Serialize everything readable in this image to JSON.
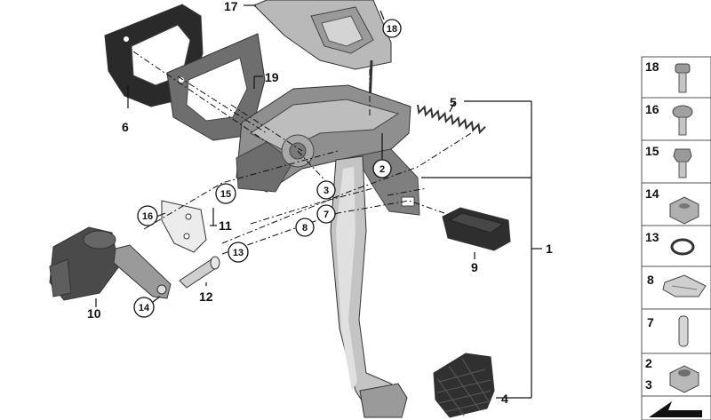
{
  "diagram": {
    "callouts": {
      "c1": "1",
      "c2": "2",
      "c3": "3",
      "c4": "4",
      "c5": "5",
      "c6": "6",
      "c7": "7",
      "c8": "8",
      "c9": "9",
      "c10": "10",
      "c11": "11",
      "c12": "12",
      "c13": "13",
      "c14": "14",
      "c15": "15",
      "c16": "16",
      "c17": "17",
      "c18": "18",
      "c19": "19"
    },
    "legend": [
      {
        "label": "18",
        "icon": "flange-bolt-icon"
      },
      {
        "label": "16",
        "icon": "torx-bolt-icon"
      },
      {
        "label": "15",
        "icon": "hex-bolt-icon"
      },
      {
        "label": "14",
        "icon": "hex-nut-icon"
      },
      {
        "label": "13",
        "icon": "o-ring-icon"
      },
      {
        "label": "8",
        "icon": "clip-icon"
      },
      {
        "label": "7",
        "icon": "pin-icon"
      },
      {
        "label": "2",
        "label2": "3",
        "icon": "collar-nut-icon"
      },
      {
        "label": "",
        "icon": "arrow-icon"
      }
    ]
  }
}
